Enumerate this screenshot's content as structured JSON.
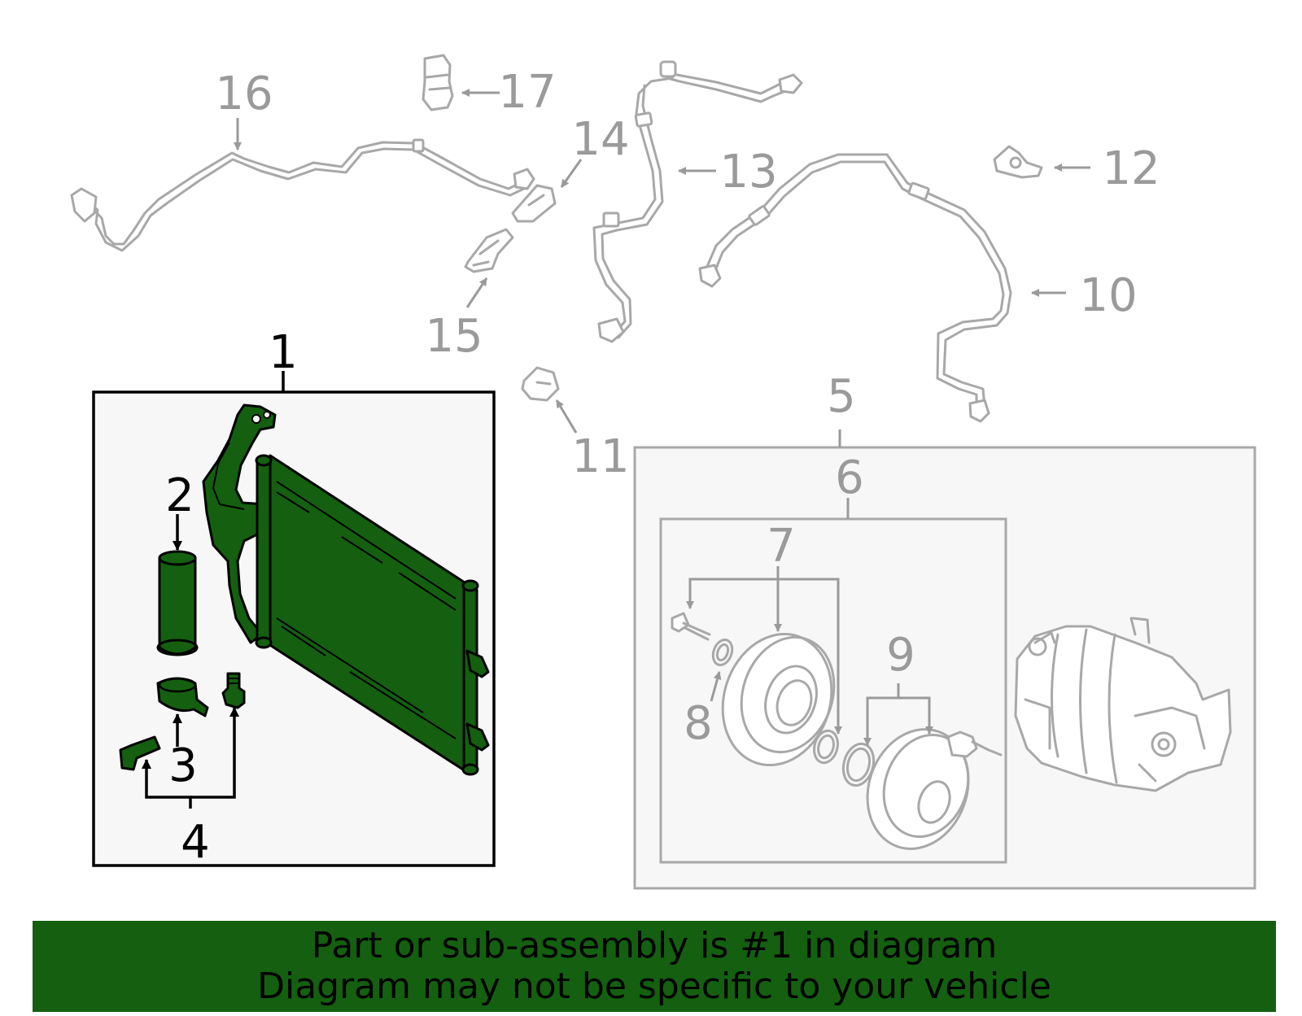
{
  "callouts": {
    "c1": "1",
    "c2": "2",
    "c3": "3",
    "c4": "4",
    "c5": "5",
    "c6": "6",
    "c7": "7",
    "c8": "8",
    "c9": "9",
    "c10": "10",
    "c11": "11",
    "c12": "12",
    "c13": "13",
    "c14": "14",
    "c15": "15",
    "c16": "16",
    "c17": "17"
  },
  "highlight": {
    "part_number": "1",
    "color": "#146010"
  },
  "banner": {
    "line1": "Part or sub-assembly is #1 in diagram",
    "line2": "Diagram may not be specific to your vehicle"
  }
}
